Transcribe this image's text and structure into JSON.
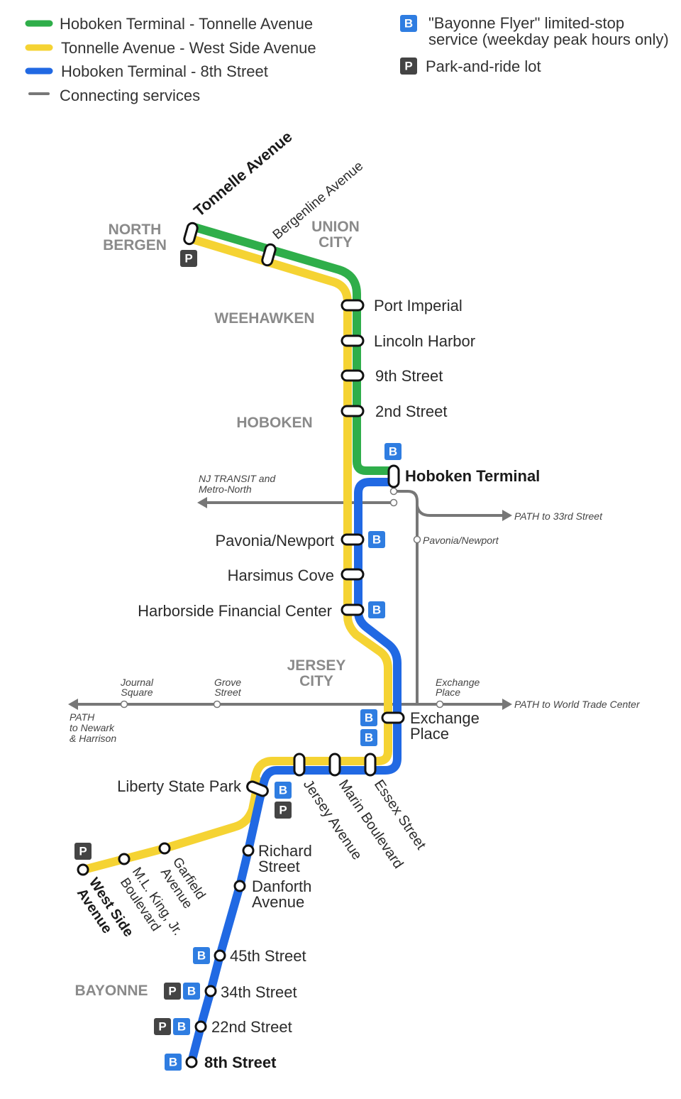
{
  "colors": {
    "green": "#2fae4a",
    "yellow": "#f5d333",
    "blue": "#2169e3",
    "gray": "#777777",
    "badge_blue": "#2f7de1",
    "badge_dark": "#444444",
    "area_label": "#8a8a8a"
  },
  "legend": {
    "lines": [
      {
        "color": "green",
        "label": "Hoboken Terminal - Tonnelle Avenue"
      },
      {
        "color": "yellow",
        "label": "Tonnelle Avenue - West Side Avenue"
      },
      {
        "color": "blue",
        "label": "Hoboken Terminal - 8th Street"
      },
      {
        "color": "gray",
        "label": "Connecting services"
      }
    ],
    "badges": [
      {
        "letter": "B",
        "line1": "\"Bayonne Flyer\" limited-stop",
        "line2": "service (weekday peak hours only)"
      },
      {
        "letter": "P",
        "line1": "Park-and-ride lot",
        "line2": ""
      }
    ]
  },
  "areas": {
    "north_bergen": [
      "NORTH",
      "BERGEN"
    ],
    "union_city": [
      "UNION",
      "CITY"
    ],
    "weehawken": "WEEHAWKEN",
    "hoboken": "HOBOKEN",
    "jersey_city": [
      "JERSEY",
      "CITY"
    ],
    "bayonne": "BAYONNE"
  },
  "stations": {
    "tonnelle": "Tonnelle Avenue",
    "bergenline": "Bergenline Avenue",
    "port_imperial": "Port Imperial",
    "lincoln_harbor": "Lincoln Harbor",
    "ninth_street": "9th Street",
    "second_street": "2nd Street",
    "hoboken_terminal": "Hoboken Terminal",
    "pavonia": "Pavonia/Newport",
    "harsimus": "Harsimus Cove",
    "harborside": "Harborside Financial Center",
    "exchange_place": [
      "Exchange",
      "Place"
    ],
    "essex": "Essex Street",
    "marin": "Marin Boulevard",
    "jersey_ave": "Jersey Avenue",
    "liberty": "Liberty State Park",
    "garfield": [
      "Garfield",
      "Avenue"
    ],
    "mlk": [
      "M.L. King, Jr.",
      "Boulevard"
    ],
    "west_side": [
      "West Side",
      "Avenue"
    ],
    "richard": [
      "Richard",
      "Street"
    ],
    "danforth": [
      "Danforth",
      "Avenue"
    ],
    "s45": "45th Street",
    "s34": "34th Street",
    "s22": "22nd Street",
    "s8": "8th Street"
  },
  "connections": {
    "nj_transit": [
      "NJ TRANSIT and",
      "Metro-North"
    ],
    "path_33rd": "PATH to 33rd Street",
    "pavonia_path": "Pavonia/Newport",
    "exchange_path": [
      "Exchange",
      "Place"
    ],
    "path_wtc": "PATH to World Trade Center",
    "journal_square": [
      "Journal",
      "Square"
    ],
    "grove_street": [
      "Grove",
      "Street"
    ],
    "path_newark": [
      "PATH",
      "to Newark",
      "& Harrison"
    ]
  },
  "badge_letters": {
    "b": "B",
    "p": "P"
  }
}
